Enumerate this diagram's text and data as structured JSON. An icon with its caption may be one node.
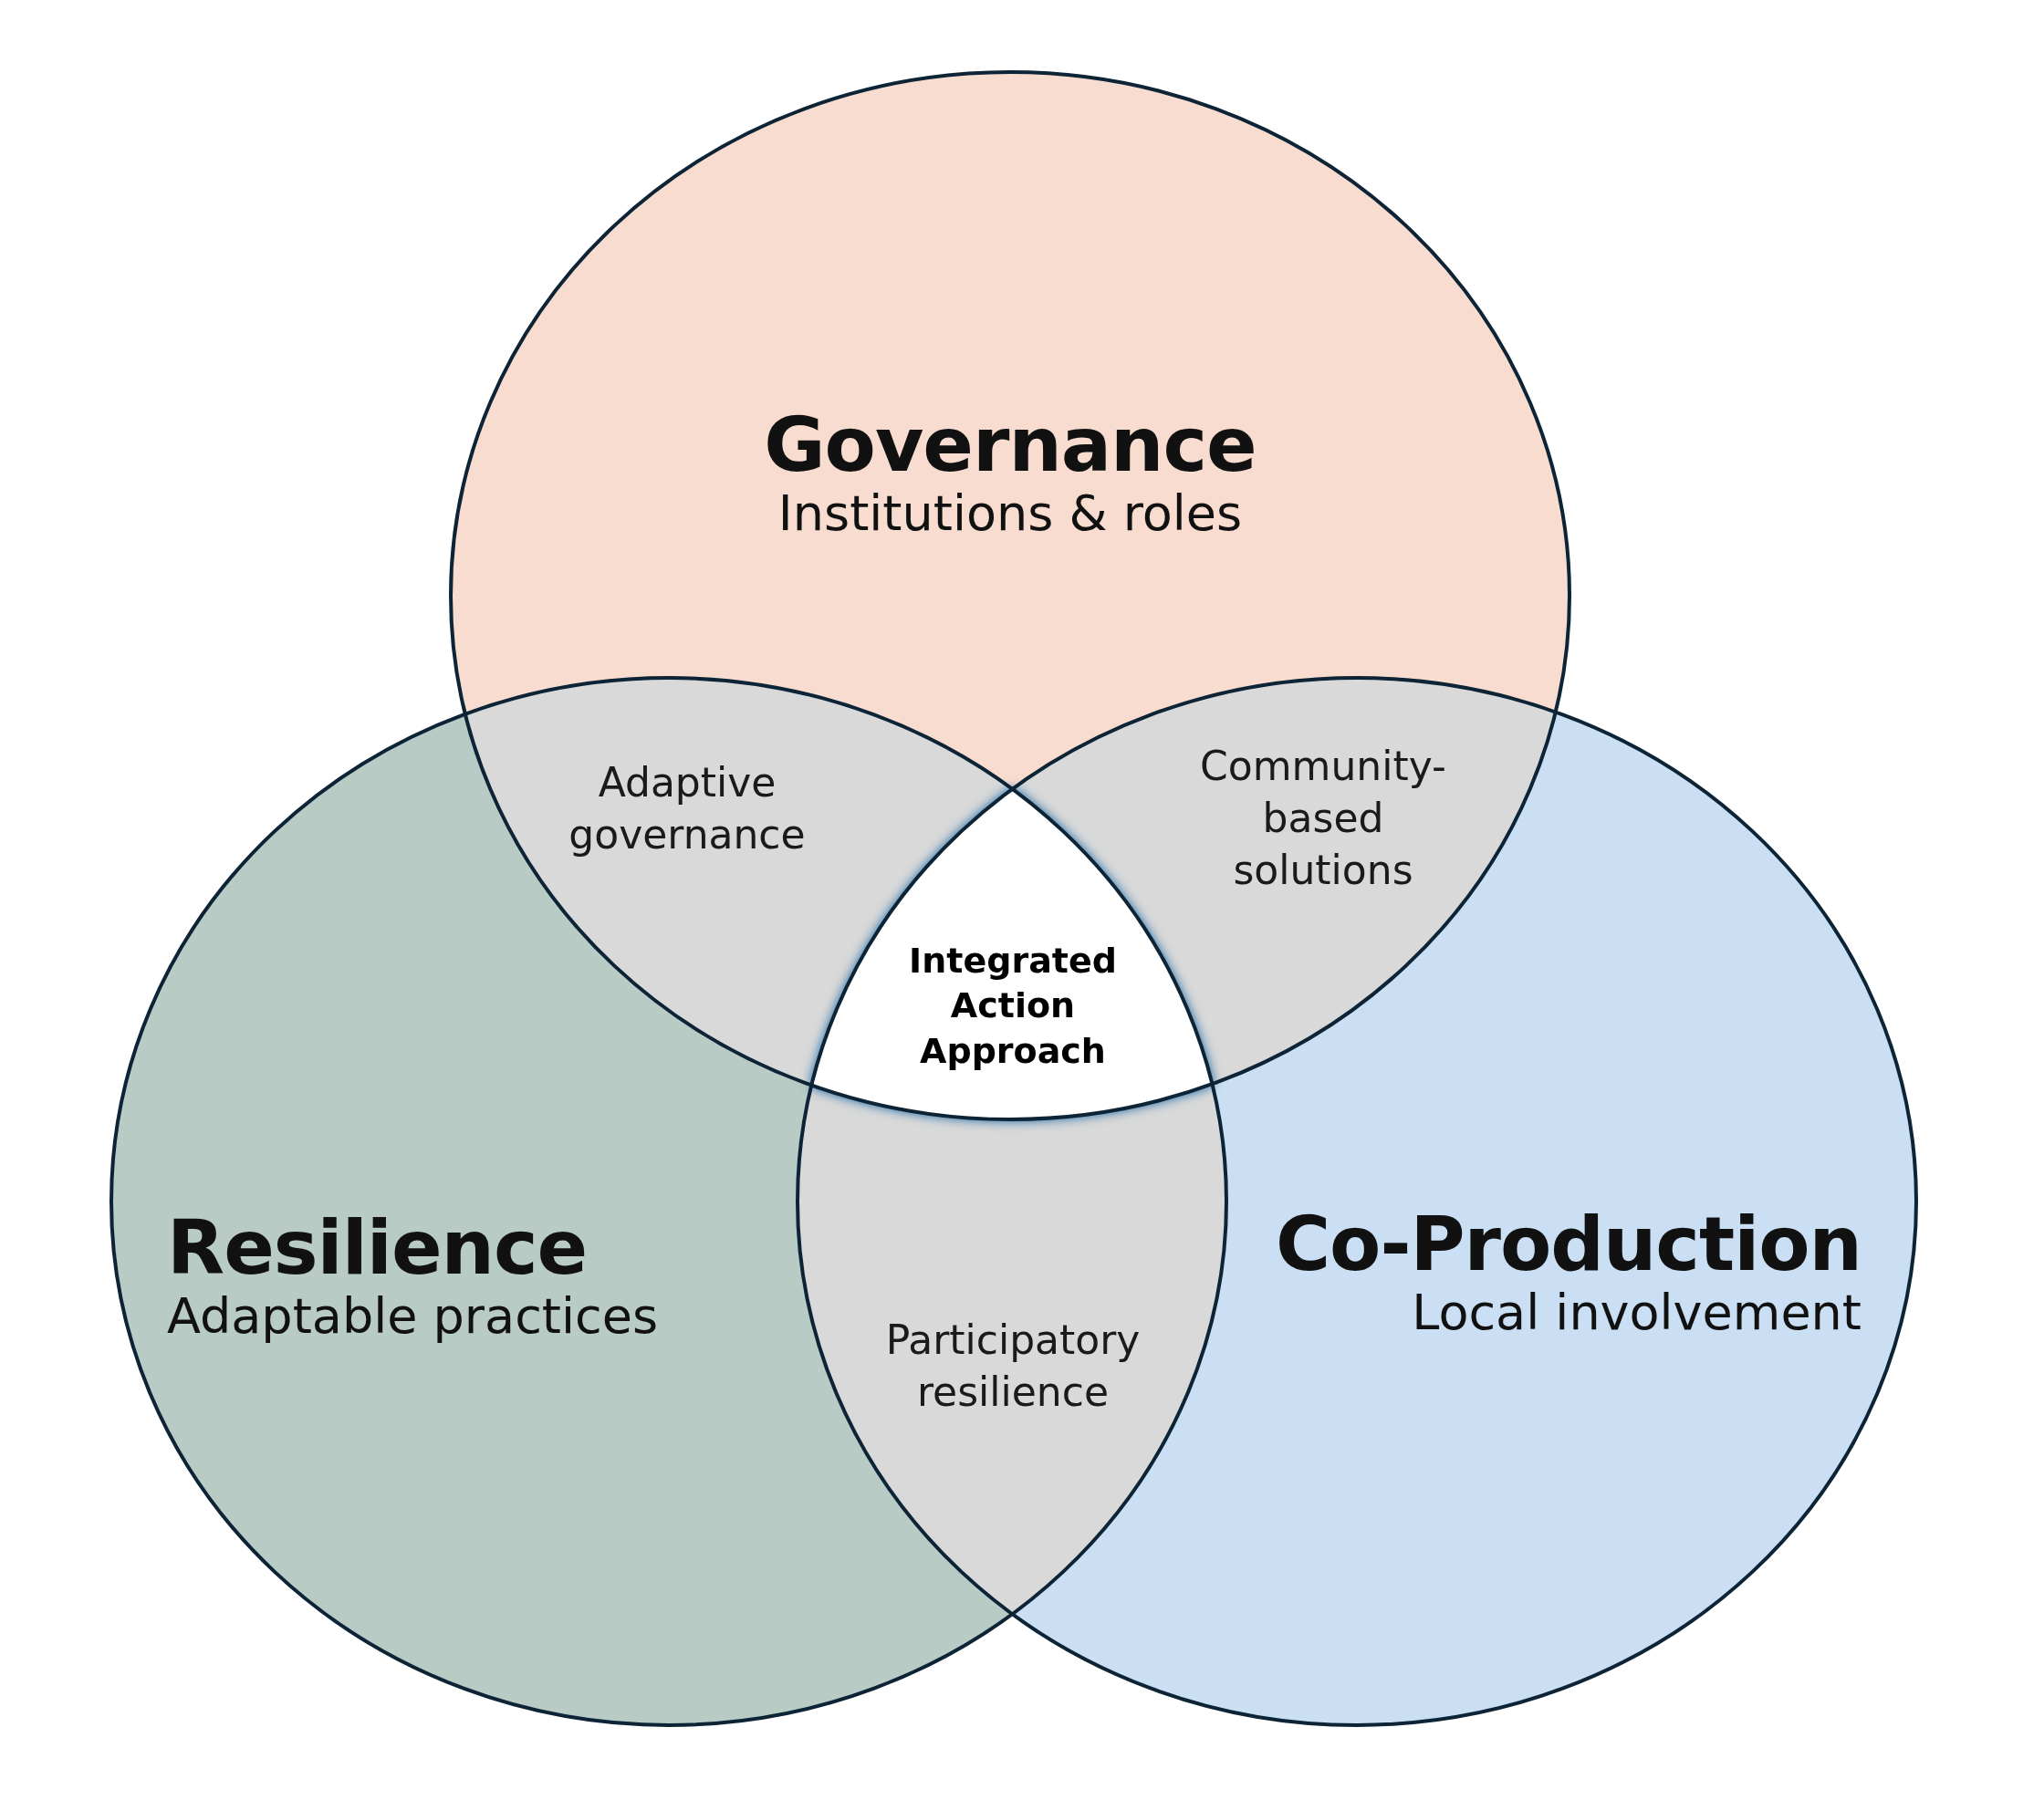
{
  "diagram": {
    "nodes": [
      {
        "text": [
          "Governance",
          "Institutions & roles"
        ]
      },
      {
        "text": [
          "Adaptive governance"
        ]
      },
      {
        "text": [
          "Community-based solutions"
        ]
      },
      {
        "text": [
          "Integrated Action Approach"
        ]
      },
      {
        "text": [
          "Resilience",
          "Adaptable practices"
        ]
      },
      {
        "text": [
          "Co-Production",
          "Local involvement"
        ]
      },
      {
        "text": [
          "Participatory resilience"
        ]
      }
    ]
  }
}
